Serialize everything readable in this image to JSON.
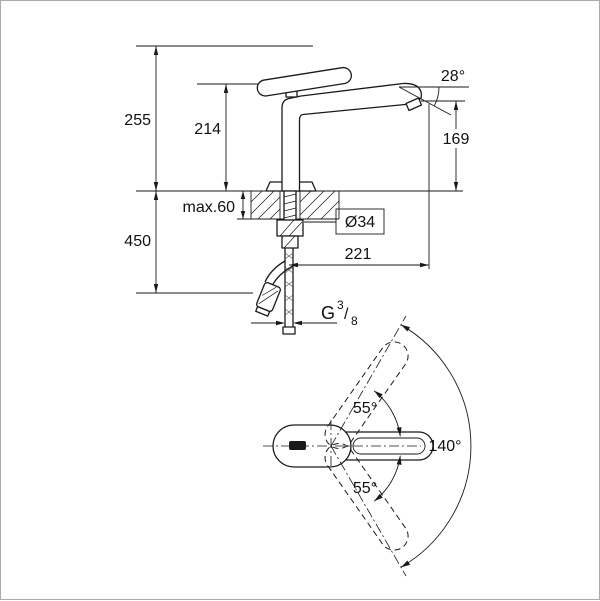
{
  "side_view": {
    "dim_height_total": "255",
    "dim_height_to_spout": "214",
    "dim_spout_angle": "28°",
    "dim_outlet_height": "169",
    "dim_deck_max": "max.60",
    "dim_hole_diameter": "Ø34",
    "dim_below_deck": "450",
    "dim_reach": "221",
    "thread_letter": "G",
    "thread_numerator": "3",
    "thread_slash": "/",
    "thread_denominator": "8"
  },
  "plan_view": {
    "dim_swivel_upper": "55°",
    "dim_swivel_total": "140°",
    "dim_swivel_lower": "55°"
  }
}
